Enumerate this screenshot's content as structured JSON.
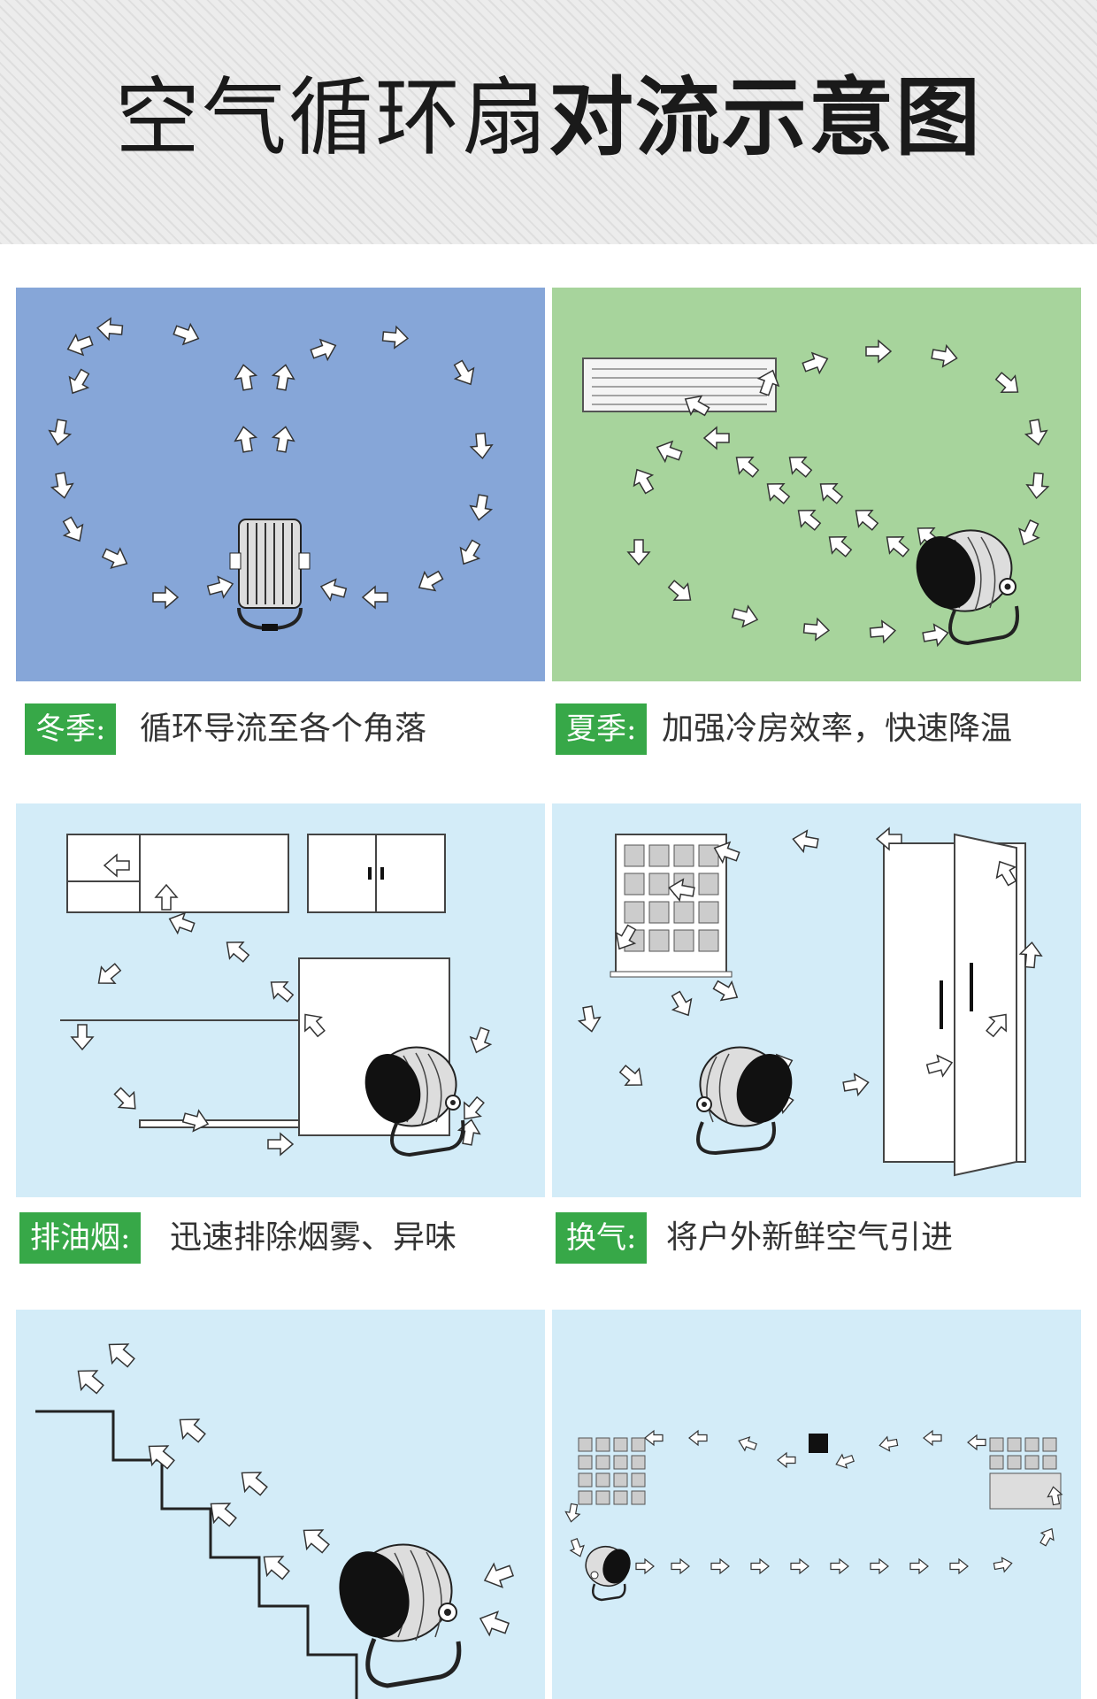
{
  "header": {
    "title_light": "空气循环扇",
    "title_bold": "对流示意图"
  },
  "colors": {
    "winter_bg": "#86a6d8",
    "summer_bg": "#a7d49c",
    "light_bg": "#d3ecf8",
    "tag_green": "#37a848"
  },
  "panels": [
    {
      "id": "winter",
      "tag": "冬季:",
      "desc": "循环导流至各个角落"
    },
    {
      "id": "summer",
      "tag": "夏季:",
      "desc": "加强冷房效率，快速降温"
    },
    {
      "id": "smoke",
      "tag": "排油烟:",
      "desc": "迅速排除烟雾、异味"
    },
    {
      "id": "vent",
      "tag": "换气:",
      "desc": "将户外新鲜空气引进"
    },
    {
      "id": "stairs"
    },
    {
      "id": "rooms"
    }
  ]
}
